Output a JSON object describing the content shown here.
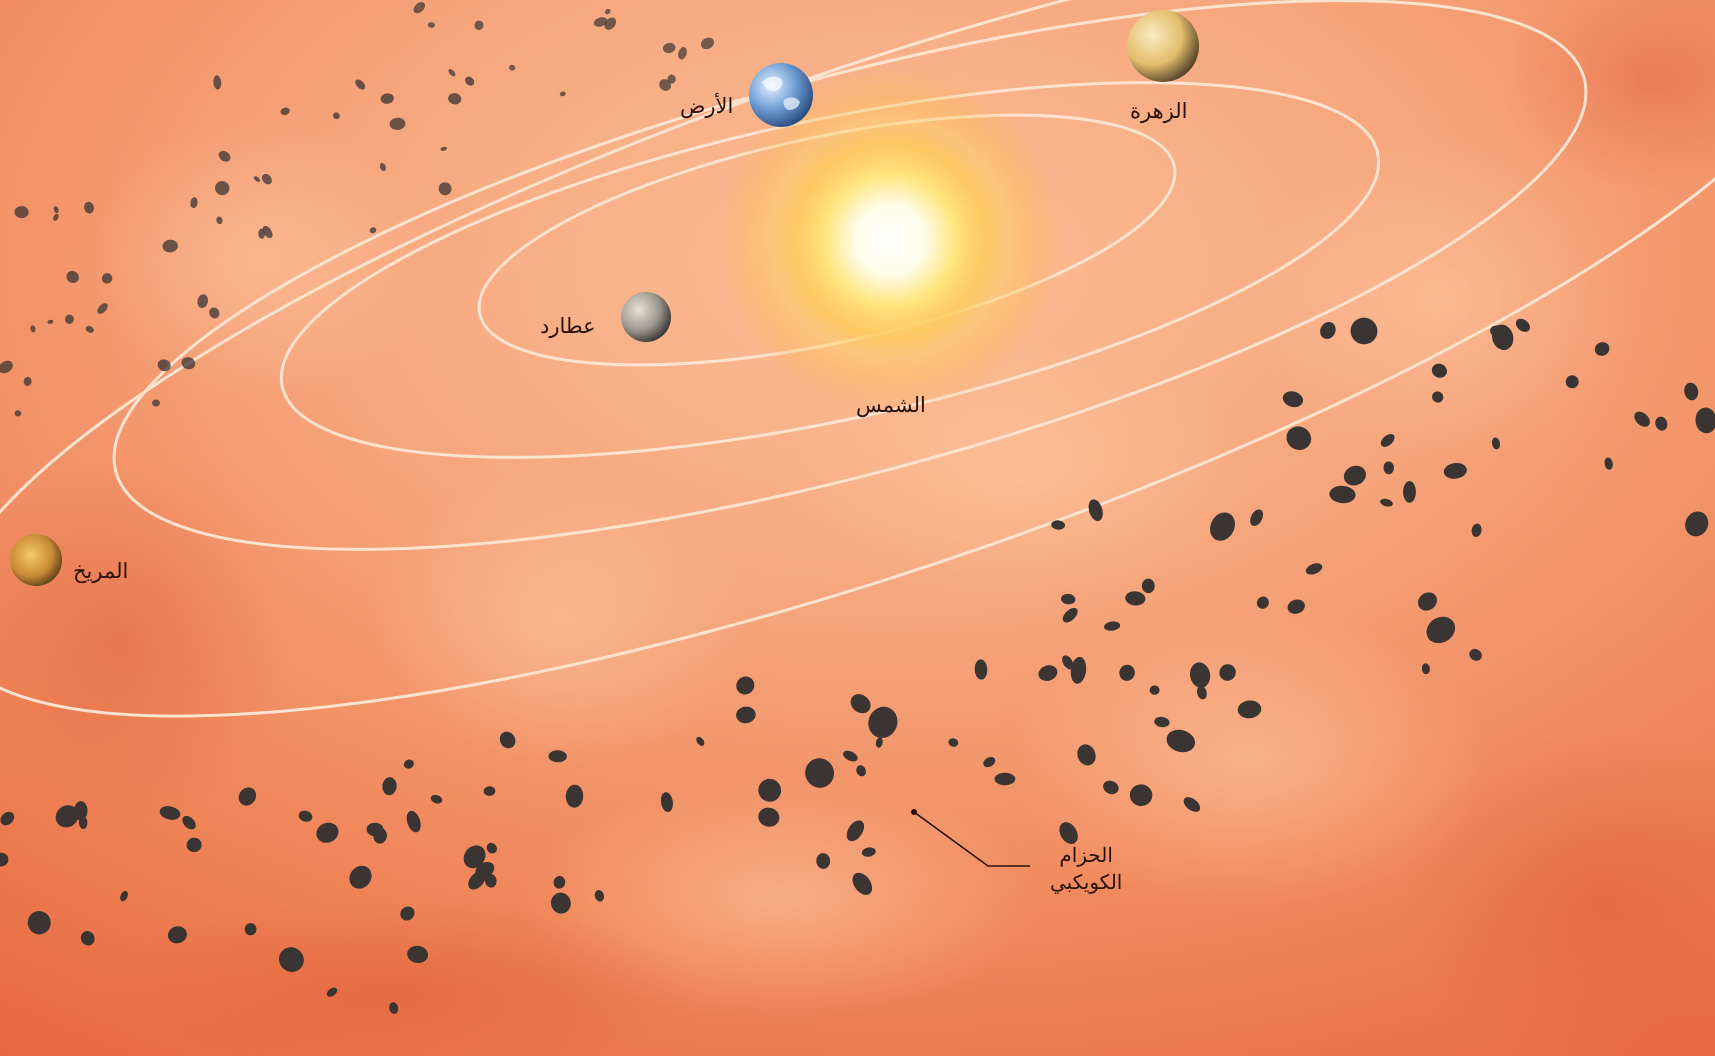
{
  "labels": {
    "sun": "الشمس",
    "mercury": "عطارد",
    "venus": "الزهرة",
    "earth": "الأرض",
    "mars": "المريخ",
    "asteroid_belt_line1": "الحزام",
    "asteroid_belt_line2": "الكويكبي"
  },
  "colors": {
    "background": "#f08a5c",
    "background_dark": "#e35f3a",
    "orbit": "#fbe3cf",
    "asteroid": "#3a3433",
    "label_text": "#2a120a"
  }
}
